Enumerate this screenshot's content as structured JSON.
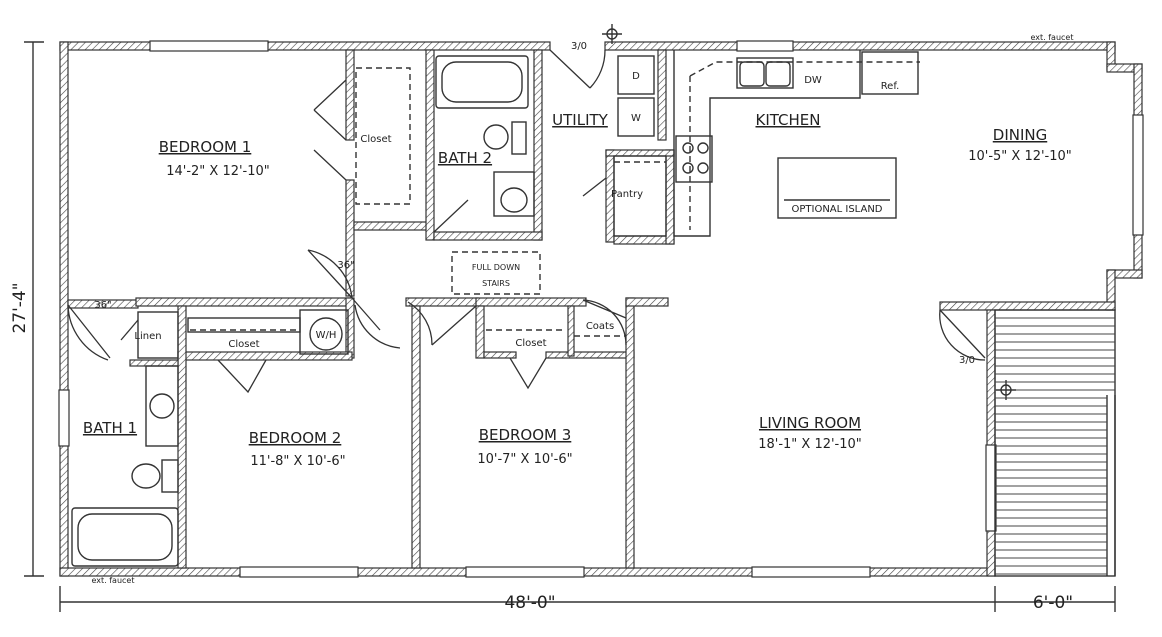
{
  "rooms": {
    "bedroom1": {
      "name": "BEDROOM 1",
      "dims": "14'-2\" X 12'-10\""
    },
    "bath2": {
      "name": "BATH 2"
    },
    "utility": {
      "name": "UTILITY"
    },
    "kitchen": {
      "name": "KITCHEN"
    },
    "dining": {
      "name": "DINING",
      "dims": "10'-5\" X 12'-10\""
    },
    "bath1": {
      "name": "BATH 1"
    },
    "bedroom2": {
      "name": "BEDROOM 2",
      "dims": "11'-8\" X 10'-6\""
    },
    "bedroom3": {
      "name": "BEDROOM 3",
      "dims": "10'-7\" X 10'-6\""
    },
    "living": {
      "name": "LIVING ROOM",
      "dims": "18'-1\" X 12'-10\""
    }
  },
  "labels": {
    "closet_bed1": "Closet",
    "closet_bed2": "Closet",
    "closet_bed3": "Closet",
    "coats": "Coats",
    "linen": "Linen",
    "pantry": "Pantry",
    "dryer": "D",
    "washer": "W",
    "dishwasher": "DW",
    "refrigerator": "Ref.",
    "optional_island": "OPTIONAL ISLAND",
    "stairs_line1": "FULL DOWN",
    "stairs_line2": "STAIRS",
    "water_heater": "W/H",
    "ext_faucet_top": "ext. faucet",
    "ext_faucet_bottom": "ext. faucet",
    "door_entry_top": "3/0",
    "door_entry_right": "3/0",
    "door_36_a": "36\"",
    "door_36_b": "36\""
  },
  "dimensions": {
    "overall_width": "48'-0\"",
    "deck_width": "6'-0\"",
    "overall_depth": "27'-4\""
  }
}
